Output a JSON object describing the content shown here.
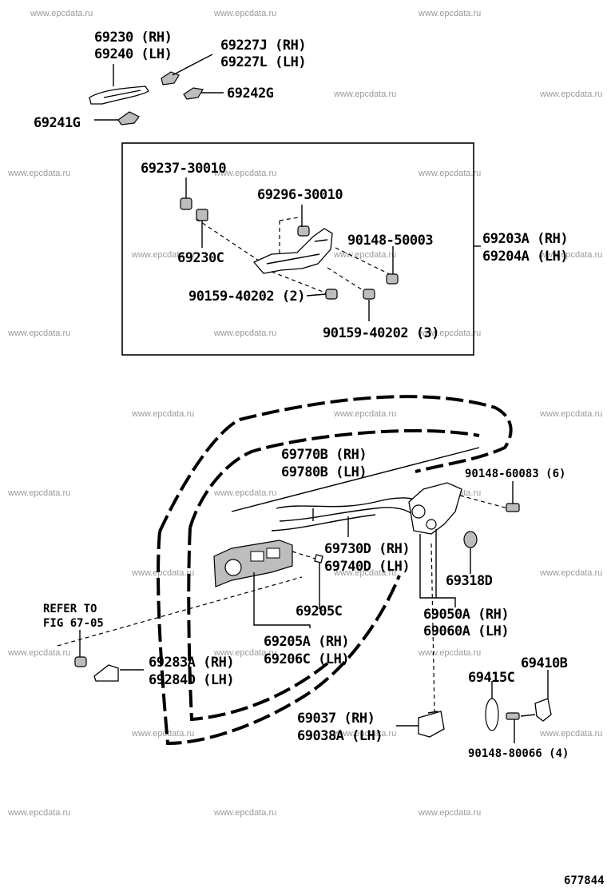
{
  "watermark": "www.epcdata.ru",
  "figure_number": "677844",
  "callouts": {
    "outer_handle": [
      "69230 (RH)",
      "69240 (LH)"
    ],
    "pad": [
      "69227J (RH)",
      "69227L (LH)"
    ],
    "gasket": "69242G",
    "cover": "69241G",
    "screw_top": "69237-30010",
    "screw_b": "69296-30010",
    "bolt_a": "90148-50003",
    "frame": [
      "69203A (RH)",
      "69204A (LH)"
    ],
    "clip": "69230C",
    "bolt_2": "90159-40202 (2)",
    "bolt_3": "90159-40202 (3)",
    "rod": [
      "69770B (RH)",
      "69780B (LH)"
    ],
    "screw_6": "90148-60083 (6)",
    "cable": [
      "69730D (RH)",
      "69740D (LH)"
    ],
    "grommet": "69318D",
    "bezel": "69205C",
    "inside_handle": [
      "69205A (RH)",
      "69206C (LH)"
    ],
    "lock": [
      "69050A (RH)",
      "69060A (LH)"
    ],
    "refer": [
      "REFER TO",
      "FIG 67-05"
    ],
    "inner_cover": [
      "69283A (RH)",
      "69284D (LH)"
    ],
    "striker": "69410B",
    "shim": "69415C",
    "screw_4": "90148-80066 (4)",
    "check": [
      "69037 (RH)",
      "69038A (LH)"
    ]
  }
}
